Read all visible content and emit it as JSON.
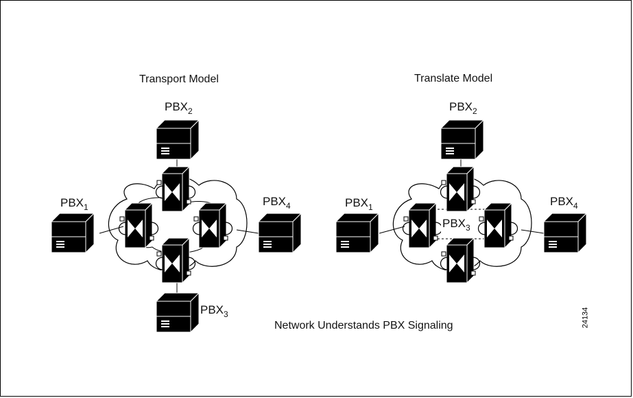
{
  "transport": {
    "title": "Transport Model",
    "pbx1": {
      "name": "PBX",
      "sub": "1"
    },
    "pbx2": {
      "name": "PBX",
      "sub": "2"
    },
    "pbx3": {
      "name": "PBX",
      "sub": "3"
    },
    "pbx4": {
      "name": "PBX",
      "sub": "4"
    }
  },
  "translate": {
    "title": "Translate Model",
    "pbx1": {
      "name": "PBX",
      "sub": "1"
    },
    "pbx2": {
      "name": "PBX",
      "sub": "2"
    },
    "pbx3": {
      "name": "PBX",
      "sub": "3"
    },
    "pbx4": {
      "name": "PBX",
      "sub": "4"
    }
  },
  "caption": "Network Understands PBX Signaling",
  "figure_id": "24134"
}
